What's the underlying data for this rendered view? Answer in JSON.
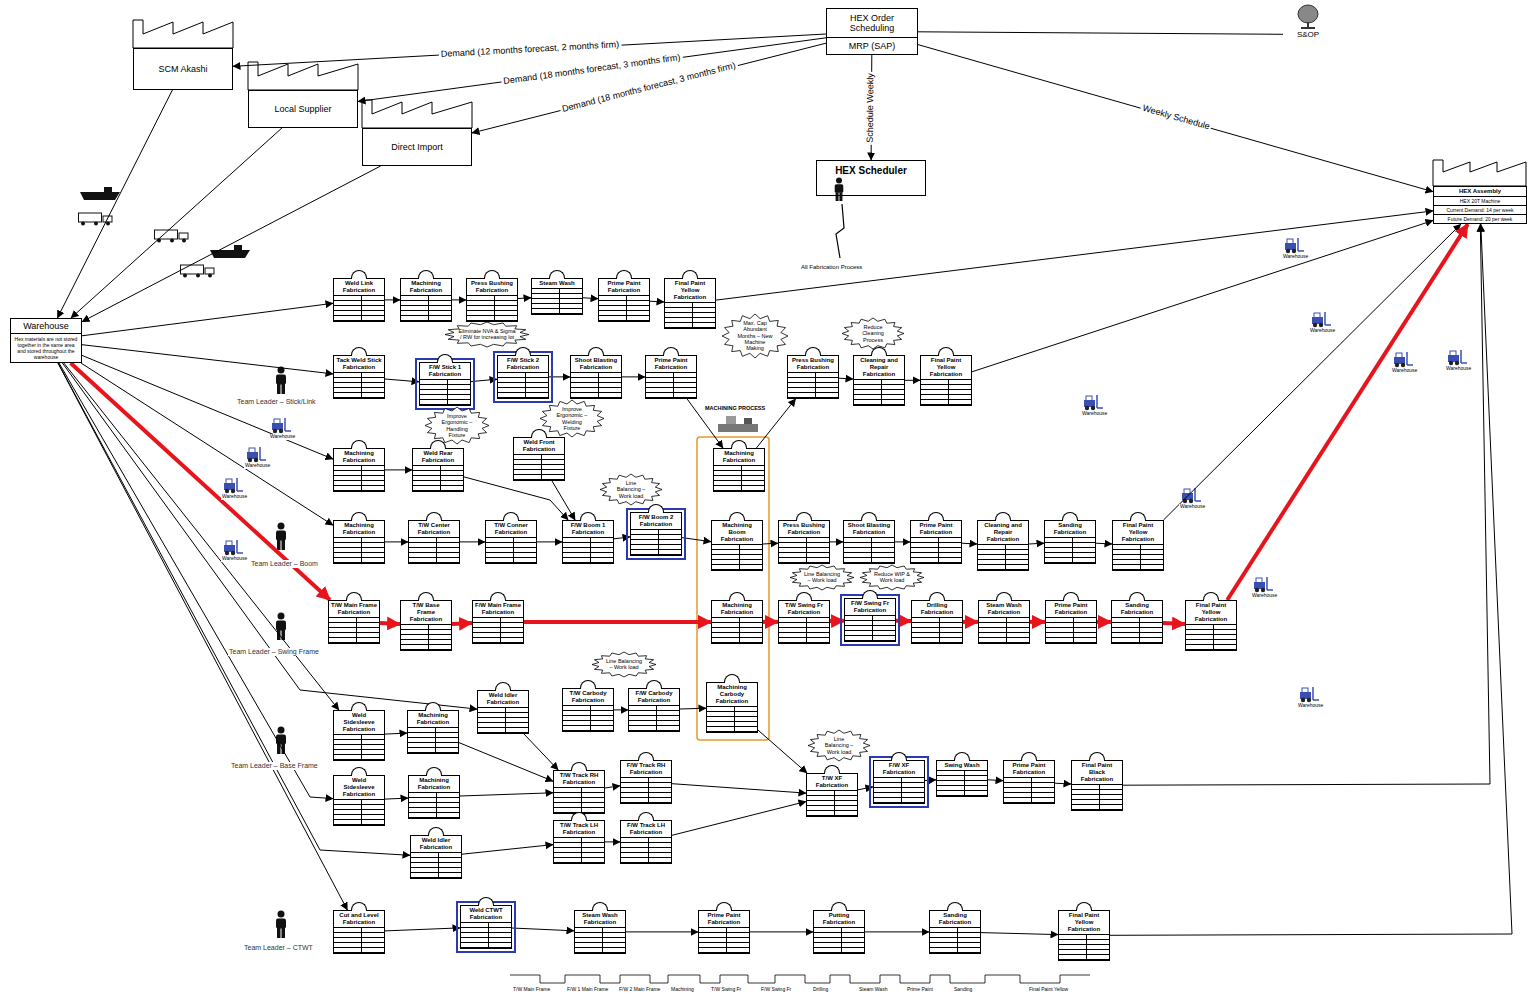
{
  "diagram": {
    "nodes": [
      {
        "text": [
          "SCM Akashi"
        ]
      },
      {
        "text": [
          "Local Supplier"
        ]
      },
      {
        "text": [
          "Direct Import"
        ]
      },
      {
        "text": [
          "HEX Order Scheduling",
          "MRP (SAP)"
        ]
      },
      {
        "text": [
          "S&OP"
        ]
      },
      {
        "text": [
          "HEX Scheduler"
        ]
      },
      {
        "text": [
          "HEX Assembly",
          "HEX 20T Machine",
          "Current Demand: 14 per week",
          "Future Demand: 20 per week"
        ]
      },
      {
        "text": [
          "Warehouse",
          "Hex materials are not stored together in the same area and stored throughout the warehouse"
        ]
      },
      {
        "text": [
          "Weld Link Fabrication"
        ]
      },
      {
        "text": [
          "Machining Fabrication"
        ]
      },
      {
        "text": [
          "Press Bushing Fabrication"
        ]
      },
      {
        "text": [
          "Steam Wash"
        ]
      },
      {
        "text": [
          "Prime Paint Fabrication"
        ]
      },
      {
        "text": [
          "Final Paint Yellow Fabrication"
        ]
      },
      {
        "text": [
          "Tack Weld Stick Fabrication"
        ]
      },
      {
        "text": [
          "F/W Stick 1 Fabrication"
        ]
      },
      {
        "text": [
          "F/W Stick 2 Fabrication"
        ]
      },
      {
        "text": [
          "Shoot Blasting Fabrication"
        ]
      },
      {
        "text": [
          "Prime Paint Fabrication"
        ]
      },
      {
        "text": [
          "Press Bushing Fabrication"
        ]
      },
      {
        "text": [
          "Cleaning and Repair Fabrication"
        ]
      },
      {
        "text": [
          "Final Paint Yellow Fabrication"
        ]
      },
      {
        "text": [
          "Machining Fabrication"
        ]
      },
      {
        "text": [
          "Weld Rear Fabrication"
        ]
      },
      {
        "text": [
          "Weld Front Fabrication"
        ]
      },
      {
        "text": [
          "Machining Fabrication"
        ]
      },
      {
        "text": [
          "Machining Fabrication"
        ]
      },
      {
        "text": [
          "T/W Center Fabrication"
        ]
      },
      {
        "text": [
          "T/W Conner Fabrication"
        ]
      },
      {
        "text": [
          "F/W Boom 1 Fabrication"
        ]
      },
      {
        "text": [
          "F/W Boom 2 Fabrication"
        ]
      },
      {
        "text": [
          "Machining Boom Fabrication"
        ]
      },
      {
        "text": [
          "Press Bushing Fabrication"
        ]
      },
      {
        "text": [
          "Shoot Blasting Fabrication"
        ]
      },
      {
        "text": [
          "Prime Paint Fabrication"
        ]
      },
      {
        "text": [
          "Cleaning and Repair Fabrication"
        ]
      },
      {
        "text": [
          "Sanding Fabrication"
        ]
      },
      {
        "text": [
          "Final Paint Yellow Fabrication"
        ]
      },
      {
        "text": [
          "T/W Main Frame Fabrication"
        ]
      },
      {
        "text": [
          "T/W Base Frame Fabrication"
        ]
      },
      {
        "text": [
          "F/W Main Frame Fabrication"
        ]
      },
      {
        "text": [
          "Machining Fabrication"
        ]
      },
      {
        "text": [
          "T/W Swing Fr Fabrication"
        ]
      },
      {
        "text": [
          "F/W Swing Fr Fabrication"
        ]
      },
      {
        "text": [
          "Drilling Fabrication"
        ]
      },
      {
        "text": [
          "Steam Wash Fabrication"
        ]
      },
      {
        "text": [
          "Prime Paint Fabrication"
        ]
      },
      {
        "text": [
          "Sanding Fabrication"
        ]
      },
      {
        "text": [
          "Final Paint Yellow Fabrication"
        ]
      },
      {
        "text": [
          "Weld Idler Fabrication"
        ]
      },
      {
        "text": [
          "T/W Carbody Fabrication"
        ]
      },
      {
        "text": [
          "F/W Carbody Fabrication"
        ]
      },
      {
        "text": [
          "Machining Carbody Fabrication"
        ]
      },
      {
        "text": [
          "Weld Sidesleeve Fabrication"
        ]
      },
      {
        "text": [
          "Machining Fabrication"
        ]
      },
      {
        "text": [
          "Weld Sidesleeve Fabrication"
        ]
      },
      {
        "text": [
          "Machining Fabrication"
        ]
      },
      {
        "text": [
          "T/W Track RH Fabrication"
        ]
      },
      {
        "text": [
          "F/W Track RH Fabrication"
        ]
      },
      {
        "text": [
          "Weld Idler Fabrication"
        ]
      },
      {
        "text": [
          "T/W Track LH Fabrication"
        ]
      },
      {
        "text": [
          "F/W Track LH Fabrication"
        ]
      },
      {
        "text": [
          "T/W XF Fabrication"
        ]
      },
      {
        "text": [
          "F/W XF Fabrication"
        ]
      },
      {
        "text": [
          "Swing Wash"
        ]
      },
      {
        "text": [
          "Prime Paint Fabrication"
        ]
      },
      {
        "text": [
          "Final Paint Black Fabrication"
        ]
      },
      {
        "text": [
          "Cut and Level Fabrication"
        ]
      },
      {
        "text": [
          "Weld CTWT Fabrication"
        ]
      },
      {
        "text": [
          "Steam Wash Fabrication"
        ]
      },
      {
        "text": [
          "Prime Paint Fabrication"
        ]
      },
      {
        "text": [
          "Putting Fabrication"
        ]
      },
      {
        "text": [
          "Sanding Fabrication"
        ]
      },
      {
        "text": [
          "Final Paint Yellow Fabrication"
        ]
      },
      {
        "text": [
          "Eliminate NVA & Sigma / RW for increasing lot"
        ]
      },
      {
        "text": [
          "Max. Cap Abundant Months – New Machine Making"
        ]
      },
      {
        "text": [
          "Reduce Cleaning Process"
        ]
      },
      {
        "text": [
          "Improve Ergonomic – Handling Fixture"
        ]
      },
      {
        "text": [
          "Improve Ergonomic – Welding Fixture"
        ]
      },
      {
        "text": [
          "Line Balancing – Work load"
        ]
      },
      {
        "text": [
          "Line Balancing – Work load"
        ]
      },
      {
        "text": [
          "Reduce WIP & Work load"
        ]
      },
      {
        "text": [
          "Line Balancing – Work load"
        ]
      },
      {
        "text": [
          "Line Balancing – Work load"
        ]
      }
    ],
    "edges": [
      {
        "from": 3,
        "to": 0,
        "arrow": "to",
        "label": "Demand (12 months forecast, 2 months firm)"
      },
      {
        "from": 3,
        "to": 1,
        "arrow": "to",
        "label": "Demand (18 months forecast, 3 months firm)"
      },
      {
        "from": 3,
        "to": 2,
        "arrow": "to",
        "label": "Demand (18 months forecast, 3 months firm)"
      },
      {
        "from": 3,
        "to": 5,
        "arrow": "to",
        "label": "Schedule Weekly"
      },
      {
        "from": 3,
        "to": 6,
        "arrow": "to",
        "label": "Weekly Schedule"
      },
      {
        "from": 3,
        "to": 4,
        "arrow": "none"
      },
      {
        "from": 0,
        "to": 7,
        "arrow": "to"
      },
      {
        "from": 1,
        "to": 7,
        "arrow": "to"
      },
      {
        "from": 2,
        "to": 7,
        "arrow": "to"
      },
      {
        "from": 7,
        "to": 8,
        "arrow": "to"
      },
      {
        "from": 7,
        "to": 14,
        "arrow": "to"
      },
      {
        "from": 7,
        "to": 22,
        "arrow": "to"
      },
      {
        "from": 7,
        "to": 26,
        "arrow": "to"
      },
      {
        "from": 7,
        "to": 38,
        "arrow": "to"
      },
      {
        "from": 7,
        "to": 49,
        "arrow": "to"
      },
      {
        "from": 7,
        "to": 53,
        "arrow": "to"
      },
      {
        "from": 7,
        "to": 55,
        "arrow": "to"
      },
      {
        "from": 7,
        "to": 59,
        "arrow": "to"
      },
      {
        "from": 7,
        "to": 67,
        "arrow": "to"
      },
      {
        "from": 8,
        "to": 9,
        "arrow": "to"
      },
      {
        "from": 9,
        "to": 10,
        "arrow": "to"
      },
      {
        "from": 10,
        "to": 11,
        "arrow": "to"
      },
      {
        "from": 11,
        "to": 12,
        "arrow": "to"
      },
      {
        "from": 12,
        "to": 13,
        "arrow": "to"
      },
      {
        "from": 13,
        "to": 6,
        "arrow": "to"
      },
      {
        "from": 14,
        "to": 15,
        "arrow": "to"
      },
      {
        "from": 15,
        "to": 16,
        "arrow": "to"
      },
      {
        "from": 16,
        "to": 17,
        "arrow": "to"
      },
      {
        "from": 17,
        "to": 18,
        "arrow": "to"
      },
      {
        "from": 18,
        "to": 25,
        "arrow": "to"
      },
      {
        "from": 25,
        "to": 19,
        "arrow": "to"
      },
      {
        "from": 19,
        "to": 20,
        "arrow": "to"
      },
      {
        "from": 20,
        "to": 21,
        "arrow": "to"
      },
      {
        "from": 21,
        "to": 6,
        "arrow": "to"
      },
      {
        "from": 22,
        "to": 23,
        "arrow": "to"
      },
      {
        "from": 23,
        "to": 29,
        "arrow": "to"
      },
      {
        "from": 24,
        "to": 29,
        "arrow": "to"
      },
      {
        "from": 26,
        "to": 27,
        "arrow": "to"
      },
      {
        "from": 27,
        "to": 28,
        "arrow": "to"
      },
      {
        "from": 28,
        "to": 29,
        "arrow": "to"
      },
      {
        "from": 29,
        "to": 30,
        "arrow": "to"
      },
      {
        "from": 30,
        "to": 31,
        "arrow": "to"
      },
      {
        "from": 31,
        "to": 32,
        "arrow": "to"
      },
      {
        "from": 32,
        "to": 33,
        "arrow": "to"
      },
      {
        "from": 33,
        "to": 34,
        "arrow": "to"
      },
      {
        "from": 34,
        "to": 35,
        "arrow": "to"
      },
      {
        "from": 35,
        "to": 36,
        "arrow": "to"
      },
      {
        "from": 36,
        "to": 37,
        "arrow": "to"
      },
      {
        "from": 37,
        "to": 6,
        "arrow": "to"
      },
      {
        "from": 38,
        "to": 39,
        "arrow": "to"
      },
      {
        "from": 39,
        "to": 40,
        "arrow": "to"
      },
      {
        "from": 40,
        "to": 41,
        "arrow": "to"
      },
      {
        "from": 41,
        "to": 42,
        "arrow": "to"
      },
      {
        "from": 42,
        "to": 43,
        "arrow": "to"
      },
      {
        "from": 43,
        "to": 44,
        "arrow": "to"
      },
      {
        "from": 44,
        "to": 45,
        "arrow": "to"
      },
      {
        "from": 45,
        "to": 46,
        "arrow": "to"
      },
      {
        "from": 46,
        "to": 47,
        "arrow": "to"
      },
      {
        "from": 47,
        "to": 48,
        "arrow": "to"
      },
      {
        "from": 48,
        "to": 6,
        "arrow": "to"
      },
      {
        "from": 49,
        "to": 57,
        "arrow": "to"
      },
      {
        "from": 50,
        "to": 51,
        "arrow": "to"
      },
      {
        "from": 51,
        "to": 52,
        "arrow": "to"
      },
      {
        "from": 52,
        "to": 62,
        "arrow": "to"
      },
      {
        "from": 53,
        "to": 54,
        "arrow": "to"
      },
      {
        "from": 54,
        "to": 57,
        "arrow": "to"
      },
      {
        "from": 55,
        "to": 56,
        "arrow": "to"
      },
      {
        "from": 56,
        "to": 57,
        "arrow": "to"
      },
      {
        "from": 57,
        "to": 58,
        "arrow": "to"
      },
      {
        "from": 58,
        "to": 62,
        "arrow": "to"
      },
      {
        "from": 59,
        "to": 60,
        "arrow": "to"
      },
      {
        "from": 60,
        "to": 61,
        "arrow": "to"
      },
      {
        "from": 61,
        "to": 62,
        "arrow": "to"
      },
      {
        "from": 62,
        "to": 63,
        "arrow": "to"
      },
      {
        "from": 63,
        "to": 64,
        "arrow": "to"
      },
      {
        "from": 64,
        "to": 65,
        "arrow": "to"
      },
      {
        "from": 65,
        "to": 66,
        "arrow": "to"
      },
      {
        "from": 66,
        "to": 6,
        "arrow": "to"
      },
      {
        "from": 67,
        "to": 68,
        "arrow": "to"
      },
      {
        "from": 68,
        "to": 69,
        "arrow": "to"
      },
      {
        "from": 69,
        "to": 70,
        "arrow": "to"
      },
      {
        "from": 70,
        "to": 71,
        "arrow": "to"
      },
      {
        "from": 71,
        "to": 72,
        "arrow": "to"
      },
      {
        "from": 72,
        "to": 73,
        "arrow": "to"
      },
      {
        "from": 73,
        "to": 6,
        "arrow": "to"
      }
    ],
    "labels": [
      "Team Leader – Stick/Link",
      "Team Leader – Boom",
      "Team Leader – Swing Frame",
      "Team Leader – Base Frame",
      "Team Leader – CTWT",
      "MACHINING PROCESS",
      "All Fabrication Process",
      "Warehouse",
      "Warehouse",
      "Warehouse",
      "Warehouse",
      "Warehouse",
      "Warehouse",
      "Warehouse",
      "Warehouse",
      "Warehouse",
      "Warehouse",
      "Warehouse",
      "Warehouse",
      "T/W Main Frame",
      "F/W 1 Main Frame",
      "F/W 2 Main Frame",
      "Machining",
      "T/W Swing Fr",
      "F/W Swing Fr",
      "Drilling",
      "Steam Wash",
      "Prime Paint",
      "Sanding",
      "Final Paint Yellow"
    ]
  }
}
